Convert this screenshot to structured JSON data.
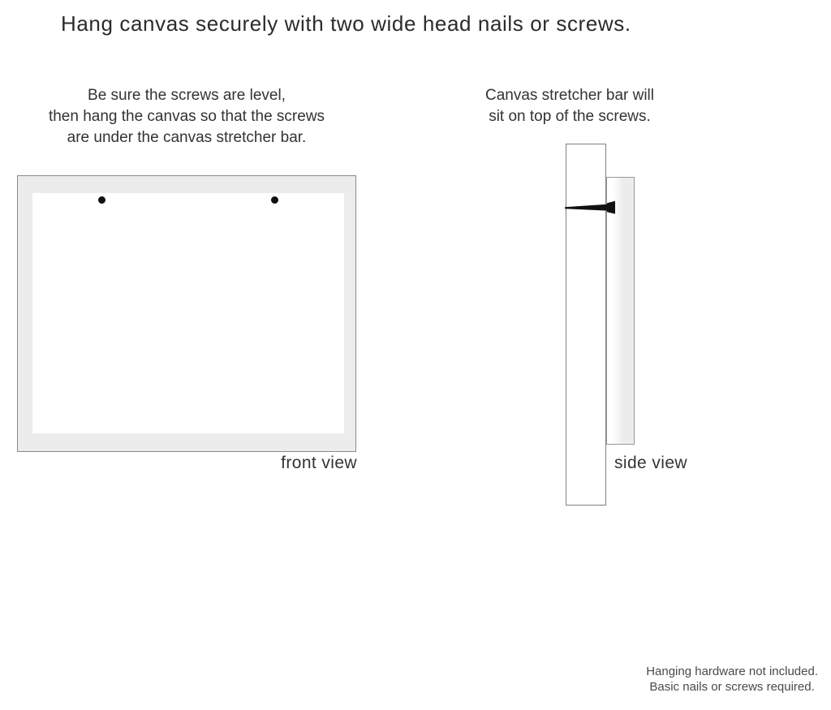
{
  "page": {
    "title": "Hang canvas securely with two wide head nails or screws."
  },
  "front_view": {
    "instructions": [
      "Be sure the screws are level,",
      "then hang the canvas so that the screws",
      "are under the canvas stretcher bar."
    ],
    "label": "front view",
    "nail_count": 2
  },
  "side_view": {
    "instructions": [
      "Canvas stretcher bar will",
      "sit on top of the screws."
    ],
    "label": "side view"
  },
  "footer": {
    "lines": [
      "Hanging hardware not included.",
      "Basic nails or screws required."
    ]
  },
  "colors": {
    "canvas_fill": "#ececec",
    "canvas_border": "#8a8a8a",
    "nail": "#111111",
    "title_text": "#2b2b2b",
    "body_text": "#333333",
    "footer_text": "#4a4a4a"
  }
}
